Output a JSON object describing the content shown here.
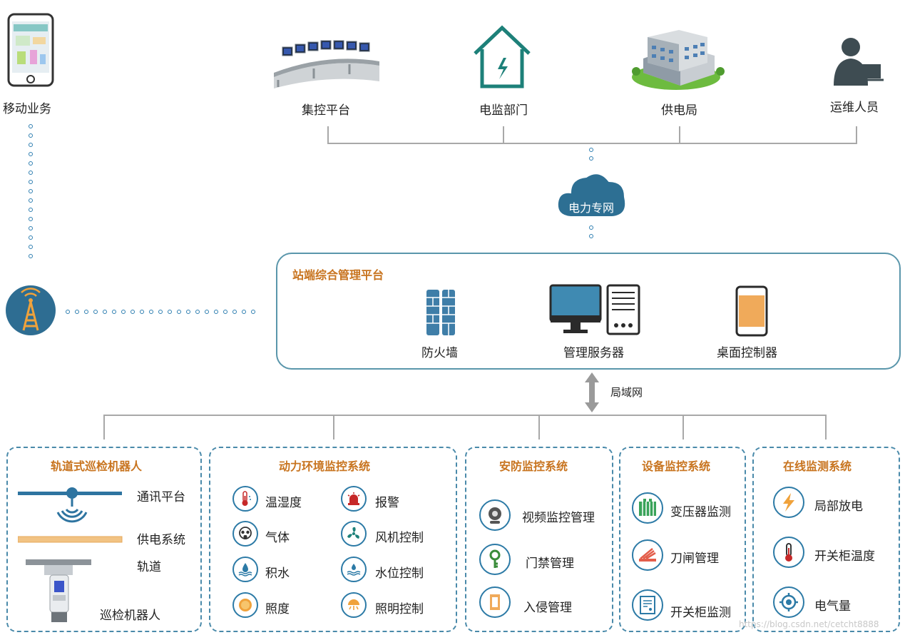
{
  "top": {
    "mobile_label": "移动业务",
    "nodes": [
      {
        "label": "集控平台"
      },
      {
        "label": "电监部门"
      },
      {
        "label": "供电局"
      },
      {
        "label": "运维人员"
      }
    ],
    "cloud_label": "电力专网"
  },
  "platform": {
    "title": "站端综合管理平台",
    "items": [
      {
        "label": "防火墙"
      },
      {
        "label": "管理服务器"
      },
      {
        "label": "桌面控制器"
      }
    ]
  },
  "lan_label": "局域网",
  "robot": {
    "title": "轨道式巡检机器人",
    "items": [
      "通讯平台",
      "供电系统",
      "轨道",
      "巡检机器人"
    ]
  },
  "power_env": {
    "title": "动力环境监控系统",
    "left": [
      "温湿度",
      "气体",
      "积水",
      "照度"
    ],
    "right": [
      "报警",
      "风机控制",
      "水位控制",
      "照明控制"
    ]
  },
  "security": {
    "title": "安防监控系统",
    "items": [
      "视频监控管理",
      "门禁管理",
      "入侵管理"
    ]
  },
  "equipment": {
    "title": "设备监控系统",
    "items": [
      "变压器监测",
      "刀闸管理",
      "开关柜监测"
    ]
  },
  "online": {
    "title": "在线监测系统",
    "items": [
      "局部放电",
      "开关柜温度",
      "电气量"
    ]
  },
  "watermark": "https://blog.csdn.net/cetcht8888",
  "colors": {
    "accent_blue": "#2c7aa6",
    "title_orange": "#c8741f",
    "line_gray": "#a8a8a8",
    "dashed_border": "#4a8aaa"
  }
}
